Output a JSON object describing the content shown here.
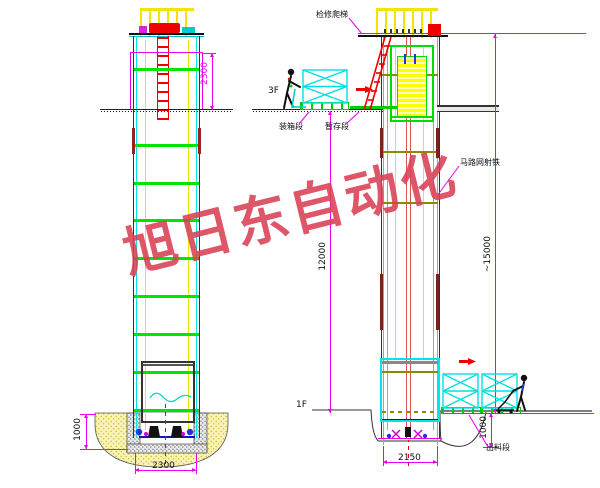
{
  "watermark": {
    "text": "旭日东自动化",
    "color": "#d94055"
  },
  "labels": {
    "ladder": "检修爬梯",
    "floor3": "3F",
    "floor1": "1F",
    "packing": "装箱段",
    "staging": "暂存段",
    "mesh": "马路网射铁",
    "discharge": "出料段"
  },
  "dimensions": {
    "enclosure_height": "2300",
    "front_pit_depth": "1000",
    "front_base_width": "2300",
    "lift_height": "12000",
    "total_height": "~15000",
    "side_base_width": "2150",
    "side_pit_depth": "1000"
  },
  "colors": {
    "dimension_magenta": "#ee00ee",
    "structure_cyan": "#00e5e5",
    "rung_green": "#00e400",
    "rail_yellow": "#f2e400",
    "ladder_red": "#ee0000",
    "tie_olive": "#8a8a00",
    "watermark_red": "#d94055",
    "sand_fill": "#f8f3b4"
  }
}
